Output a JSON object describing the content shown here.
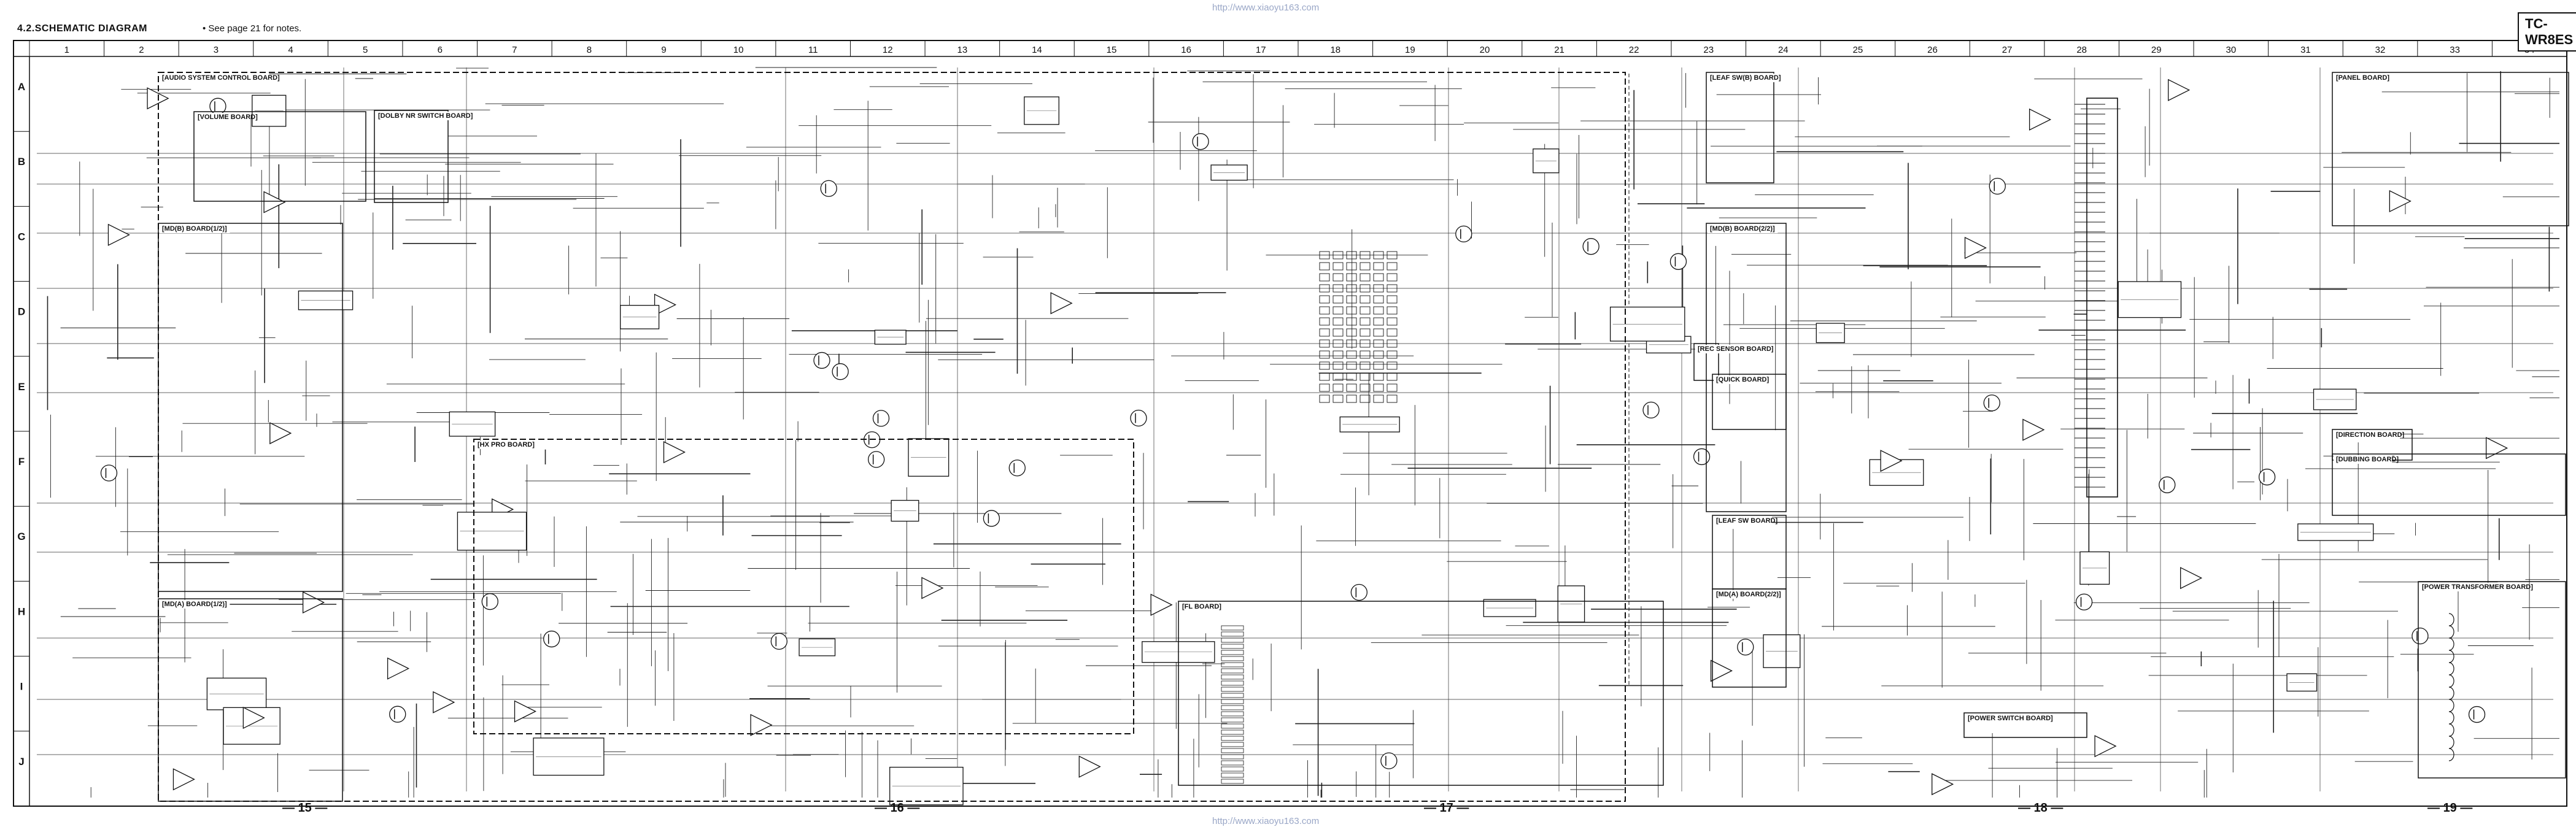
{
  "header": {
    "title": "4.2.SCHEMATIC DIAGRAM",
    "note": "• See page 21 for notes.",
    "model": "TC-WR8ES",
    "watermark": "http://www.xiaoyu163.com"
  },
  "grid": {
    "columns": [
      "1",
      "2",
      "3",
      "4",
      "5",
      "6",
      "7",
      "8",
      "9",
      "10",
      "11",
      "12",
      "13",
      "14",
      "15",
      "16",
      "17",
      "18",
      "19",
      "20",
      "21",
      "22",
      "23",
      "24",
      "25",
      "26",
      "27",
      "28",
      "29",
      "30",
      "31",
      "32",
      "33",
      "34"
    ],
    "rows": [
      "A",
      "B",
      "C",
      "D",
      "E",
      "F",
      "G",
      "H",
      "I",
      "J"
    ]
  },
  "page_numbers": [
    "15",
    "16",
    "17",
    "18",
    "19"
  ],
  "boards": [
    "AUDIO SYSTEM CONTROL BOARD",
    "VOLUME BOARD",
    "DOLBY NR SWITCH BOARD",
    "MD(B) BOARD(1/2)",
    "MD(A) BOARD(1/2)",
    "HX PRO BOARD",
    "FL BOARD",
    "LEAF SW(B) BOARD",
    "MD(B) BOARD(2/2)",
    "REC SENSOR BOARD",
    "QUICK BOARD",
    "LEAF SW BOARD",
    "MD(A) BOARD(2/2)",
    "PANEL BOARD",
    "DIRECTION BOARD",
    "DUBBING BOARD",
    "POWER TRANSFORMER BOARD",
    "POWER SWITCH BOARD"
  ]
}
